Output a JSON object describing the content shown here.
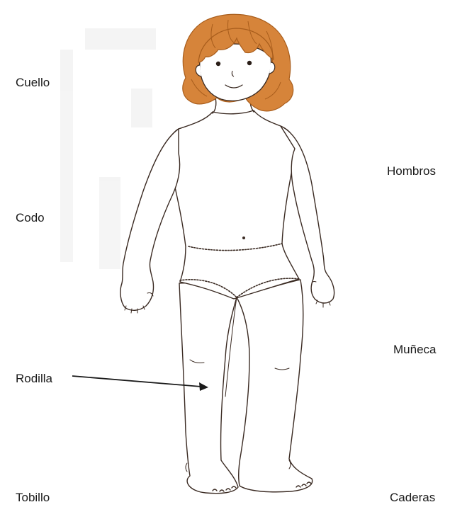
{
  "labels": {
    "left": [
      "Cuello",
      "Codo",
      "Rodilla",
      "Tobillo"
    ],
    "right": [
      "Hombros",
      "Muñeca",
      "Caderas"
    ]
  },
  "arrow": {
    "from_label": "Rodilla",
    "points_to": "knee"
  },
  "colors": {
    "hair": "#d6843a",
    "hair_dark": "#a85d1c",
    "outline": "#3a2a22",
    "skin": "#ffffff",
    "text": "#1a1a1a"
  }
}
